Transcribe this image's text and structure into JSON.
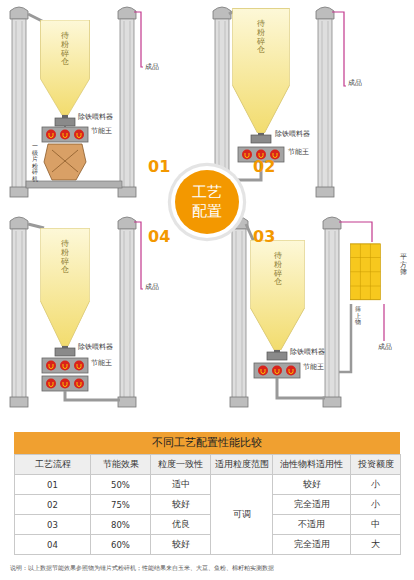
{
  "diagram": {
    "title": "不同工艺配置性能比较",
    "caption": "说明：以上数据节能效果参照物为锤片式粉碎机；性能结果来自玉米、大豆、鱼粉、棉籽粕实测数据",
    "nodes": [
      {
        "text": [
          "待粉碎仓"
        ]
      },
      {
        "text": [
          "待粉碎仓"
        ]
      },
      {
        "text": [
          "工艺 配置"
        ]
      },
      {
        "text": [
          "待粉碎仓"
        ]
      },
      {
        "text": [
          "待粉碎仓"
        ]
      },
      {
        "text": [
          "平方筛"
        ]
      }
    ],
    "labels": [
      "成品",
      "除铁喂料器",
      "节能王",
      "一级片粉碎机",
      "成品",
      "除铁喂料器",
      "节能王",
      "01",
      "02",
      "04",
      "03",
      "成品",
      "除铁喂料器",
      "节能王",
      "成品",
      "除铁喂料器",
      "节能王",
      "筛上物",
      "工艺流程",
      "节能效果",
      "粒度一致性",
      "适用粒度范围",
      "油性物料适用性",
      "投资额度",
      "01",
      "50%",
      "适中",
      "可调",
      "较好",
      "小",
      "02",
      "75%",
      "较好",
      "完全适用",
      "小",
      "03",
      "80%",
      "优良",
      "不适用",
      "中",
      "04",
      "60%",
      "较好",
      "完全适用",
      "大"
    ]
  }
}
